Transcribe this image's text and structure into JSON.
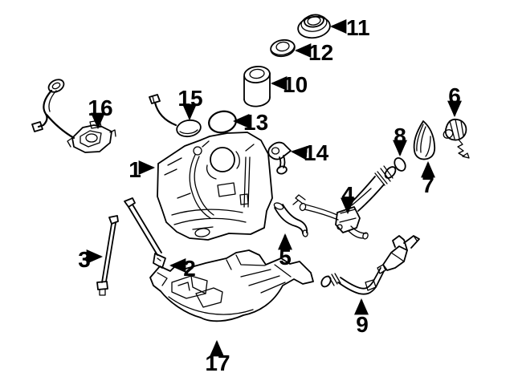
{
  "diagram": {
    "kind": "fuel-tank-parts-line-diagram",
    "colors": {
      "background": "#ffffff",
      "line": "#000000"
    },
    "parts": [
      {
        "label": "1",
        "name": "fuel-tank"
      },
      {
        "label": "2",
        "name": "tank-strap-right"
      },
      {
        "label": "3",
        "name": "tank-strap-left"
      },
      {
        "label": "4",
        "name": "filler-pipe"
      },
      {
        "label": "5",
        "name": "connector-hose"
      },
      {
        "label": "6",
        "name": "fuel-cap"
      },
      {
        "label": "7",
        "name": "filler-neck-shield"
      },
      {
        "label": "8",
        "name": "seal-ring"
      },
      {
        "label": "9",
        "name": "vent-pipe"
      },
      {
        "label": "10",
        "name": "fuel-filter-sleeve"
      },
      {
        "label": "11",
        "name": "upper-grommet"
      },
      {
        "label": "12",
        "name": "lower-grommet"
      },
      {
        "label": "13",
        "name": "pump-gasket"
      },
      {
        "label": "14",
        "name": "support-bracket"
      },
      {
        "label": "15",
        "name": "fuel-sender-seal-with-lead"
      },
      {
        "label": "16",
        "name": "fuel-pump-assembly-with-harness"
      },
      {
        "label": "17",
        "name": "tank-heat-shield"
      }
    ]
  }
}
